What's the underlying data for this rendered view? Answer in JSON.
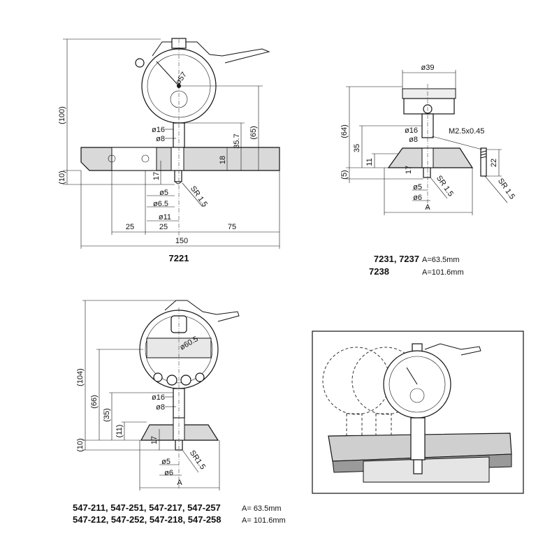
{
  "drawing_7221": {
    "model": "7221",
    "dims": {
      "h100": "(100)",
      "d57": "ø57",
      "h10": "(10)",
      "d16": "ø16",
      "d8": "ø8",
      "h35_7": "35.7",
      "h65": "(65)",
      "h18": "18",
      "h17": "17",
      "d5": "ø5",
      "d6_5": "ø6.5",
      "d11": "ø11",
      "sr": "SR 1.5",
      "w25a": "25",
      "w25b": "25",
      "w75": "75",
      "w150": "150"
    }
  },
  "drawing_7231": {
    "models_a": "7231, 7237",
    "models_b": "7238",
    "a_value_1": "A=63.5mm",
    "a_value_2": "A=101.6mm",
    "dims": {
      "d39": "ø39",
      "h64": "(64)",
      "h35": "35",
      "h11": "11",
      "h5": "(5)",
      "d16": "ø16",
      "d8": "ø8",
      "h17": "17",
      "d5": "ø5",
      "d6": "ø6",
      "sr": "SR 1.5",
      "a": "A",
      "thread": "M2.5x0.45",
      "h22": "22",
      "sr_tip": "SR 1.5"
    }
  },
  "drawing_547": {
    "models_a": "547-211, 547-251, 547-217, 547-257",
    "models_b": "547-212, 547-252, 547-218, 547-258",
    "a_value_1": "A= 63.5mm",
    "a_value_2": "A= 101.6mm",
    "dims": {
      "h104": "(104)",
      "h66": "(66)",
      "h35": "(35)",
      "h11": "(11)",
      "h10": "(10)",
      "d60_5": "ø60.5",
      "d16": "ø16",
      "d8": "ø8",
      "h17": "17",
      "d5": "ø5",
      "d6": "ø6",
      "sr": "SR1.5",
      "a": "A"
    }
  }
}
